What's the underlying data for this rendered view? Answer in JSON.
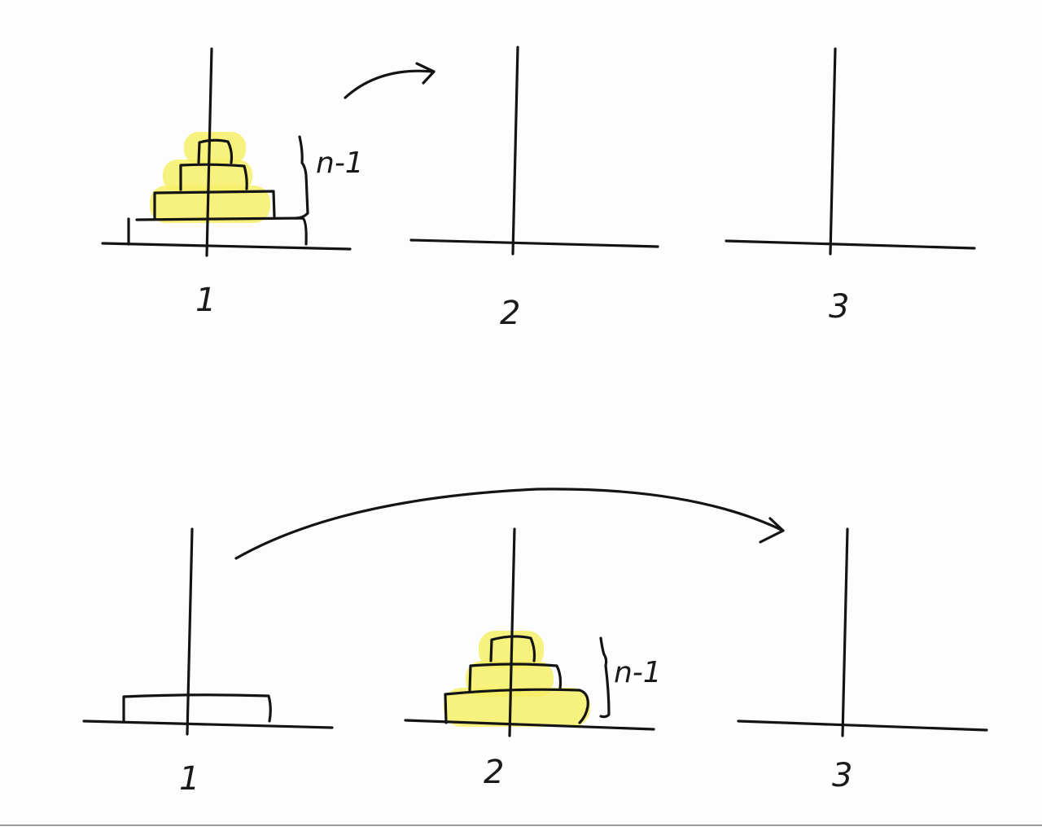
{
  "colors": {
    "ink": "#141414",
    "highlight": "#f6ee66",
    "background": "#fdfdfd"
  },
  "top_step": {
    "peg_labels": [
      "1",
      "2",
      "3"
    ],
    "brace_label": "n-1"
  },
  "bottom_step": {
    "peg_labels": [
      "1",
      "2",
      "3"
    ],
    "brace_label": "n-1"
  }
}
